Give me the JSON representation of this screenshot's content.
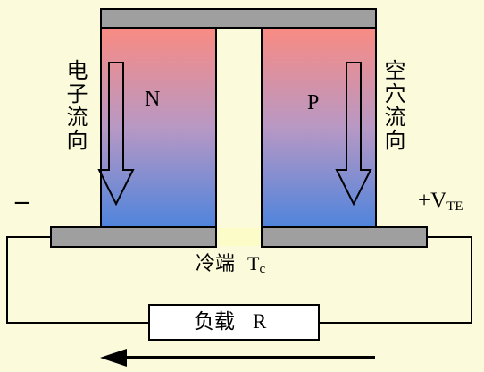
{
  "labels": {
    "n_type": "N",
    "p_type": "P",
    "electron_flow": "电子流向",
    "hole_flow": "空穴流向",
    "minus": "−",
    "plus_v": "+V",
    "plus_v_sub": "TE",
    "cold_end": "冷端",
    "temp_symbol": "T",
    "temp_sub": "c",
    "load": "负载",
    "load_symbol": "R"
  },
  "colors": {
    "background": "#fbfbdb",
    "leg_top": "#f98b82",
    "leg_bottom": "#4f84dc",
    "electrode": "#9f9f9f",
    "cold_gap": "#fcfcc8"
  }
}
